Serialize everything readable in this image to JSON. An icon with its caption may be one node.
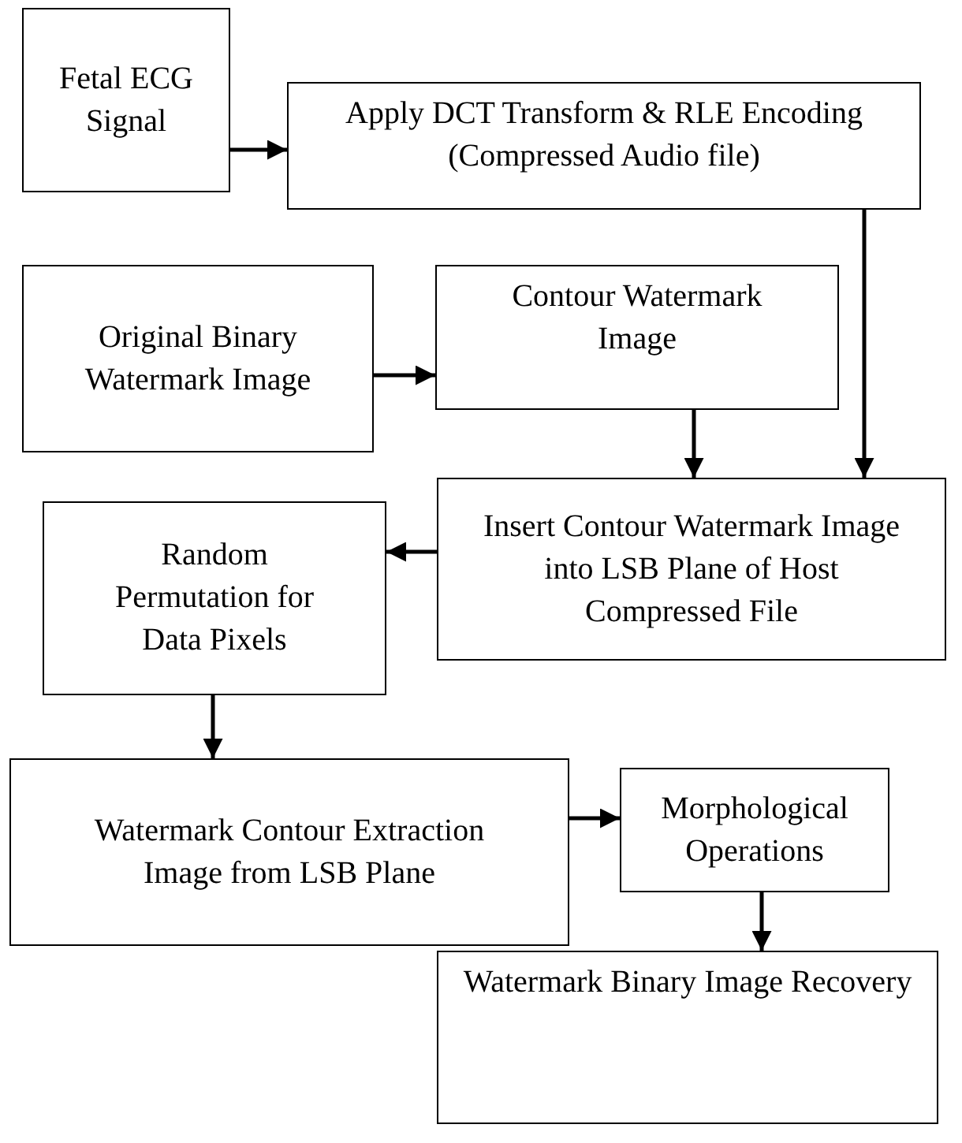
{
  "diagram": {
    "nodes": [
      {
        "text": [
          "Fetal ECG Signal"
        ]
      },
      {
        "text": [
          "Apply DCT Transform & RLE Encoding (Compressed Audio file)"
        ]
      },
      {
        "text": [
          "Original Binary Watermark Image"
        ]
      },
      {
        "text": [
          "Contour Watermark Image"
        ]
      },
      {
        "text": [
          "Insert Contour Watermark Image into LSB Plane of Host Compressed File"
        ]
      },
      {
        "text": [
          "Random Permutation for Data Pixels"
        ]
      },
      {
        "text": [
          "Watermark Contour Extraction Image from LSB Plane"
        ]
      },
      {
        "text": [
          "Morphological Operations"
        ]
      },
      {
        "text": [
          "Watermark Binary Image Recovery"
        ]
      }
    ],
    "edges": [
      {
        "from": 0,
        "to": 1,
        "arrow": "to"
      },
      {
        "from": 2,
        "to": 3,
        "arrow": "to"
      },
      {
        "from": 1,
        "to": 4,
        "arrow": "to"
      },
      {
        "from": 3,
        "to": 4,
        "arrow": "to"
      },
      {
        "from": 4,
        "to": 5,
        "arrow": "to"
      },
      {
        "from": 5,
        "to": 6,
        "arrow": "to"
      },
      {
        "from": 6,
        "to": 7,
        "arrow": "to"
      },
      {
        "from": 7,
        "to": 8,
        "arrow": "to"
      }
    ]
  }
}
